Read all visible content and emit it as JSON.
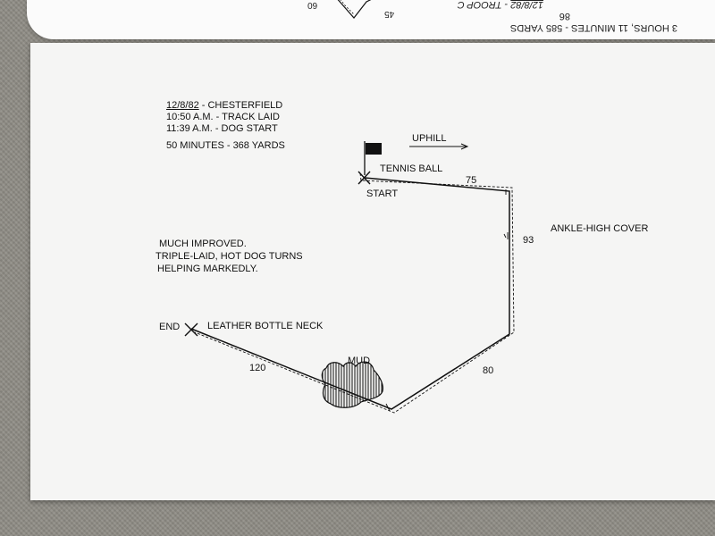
{
  "previous_page": {
    "heading_date": "12/8/82",
    "heading_sep": " - ",
    "heading_troop": "TROOP C",
    "page_number": "86",
    "summary": "3 HOURS, 11 MINUTES - 585 YARDS",
    "label_60": "60",
    "label_45": "45"
  },
  "header": {
    "date": "12/8/82",
    "location": " - CHESTERFIELD",
    "track_laid": "10:50 A.M. - TRACK LAID",
    "dog_start": "11:39 A.M. - DOG START",
    "summary": "50 MINUTES - 368 YARDS"
  },
  "notes": {
    "line1": "MUCH IMPROVED.",
    "line2": "TRIPLE-LAID, HOT DOG TURNS",
    "line3": "HELPING MARKEDLY."
  },
  "diagram": {
    "uphill": "UPHILL",
    "tennis_ball": "TENNIS BALL",
    "start": "START",
    "end": "END",
    "end_article": "LEATHER BOTTLE NECK",
    "mud": "MUD",
    "cover": "ANKLE-HIGH COVER",
    "legs": {
      "leg1": "75",
      "leg2": "93",
      "leg3": "80",
      "leg4": "120"
    }
  },
  "colors": {
    "ink": "#111111",
    "paper": "#f5f5f4",
    "fabric": "#8f8c85"
  }
}
